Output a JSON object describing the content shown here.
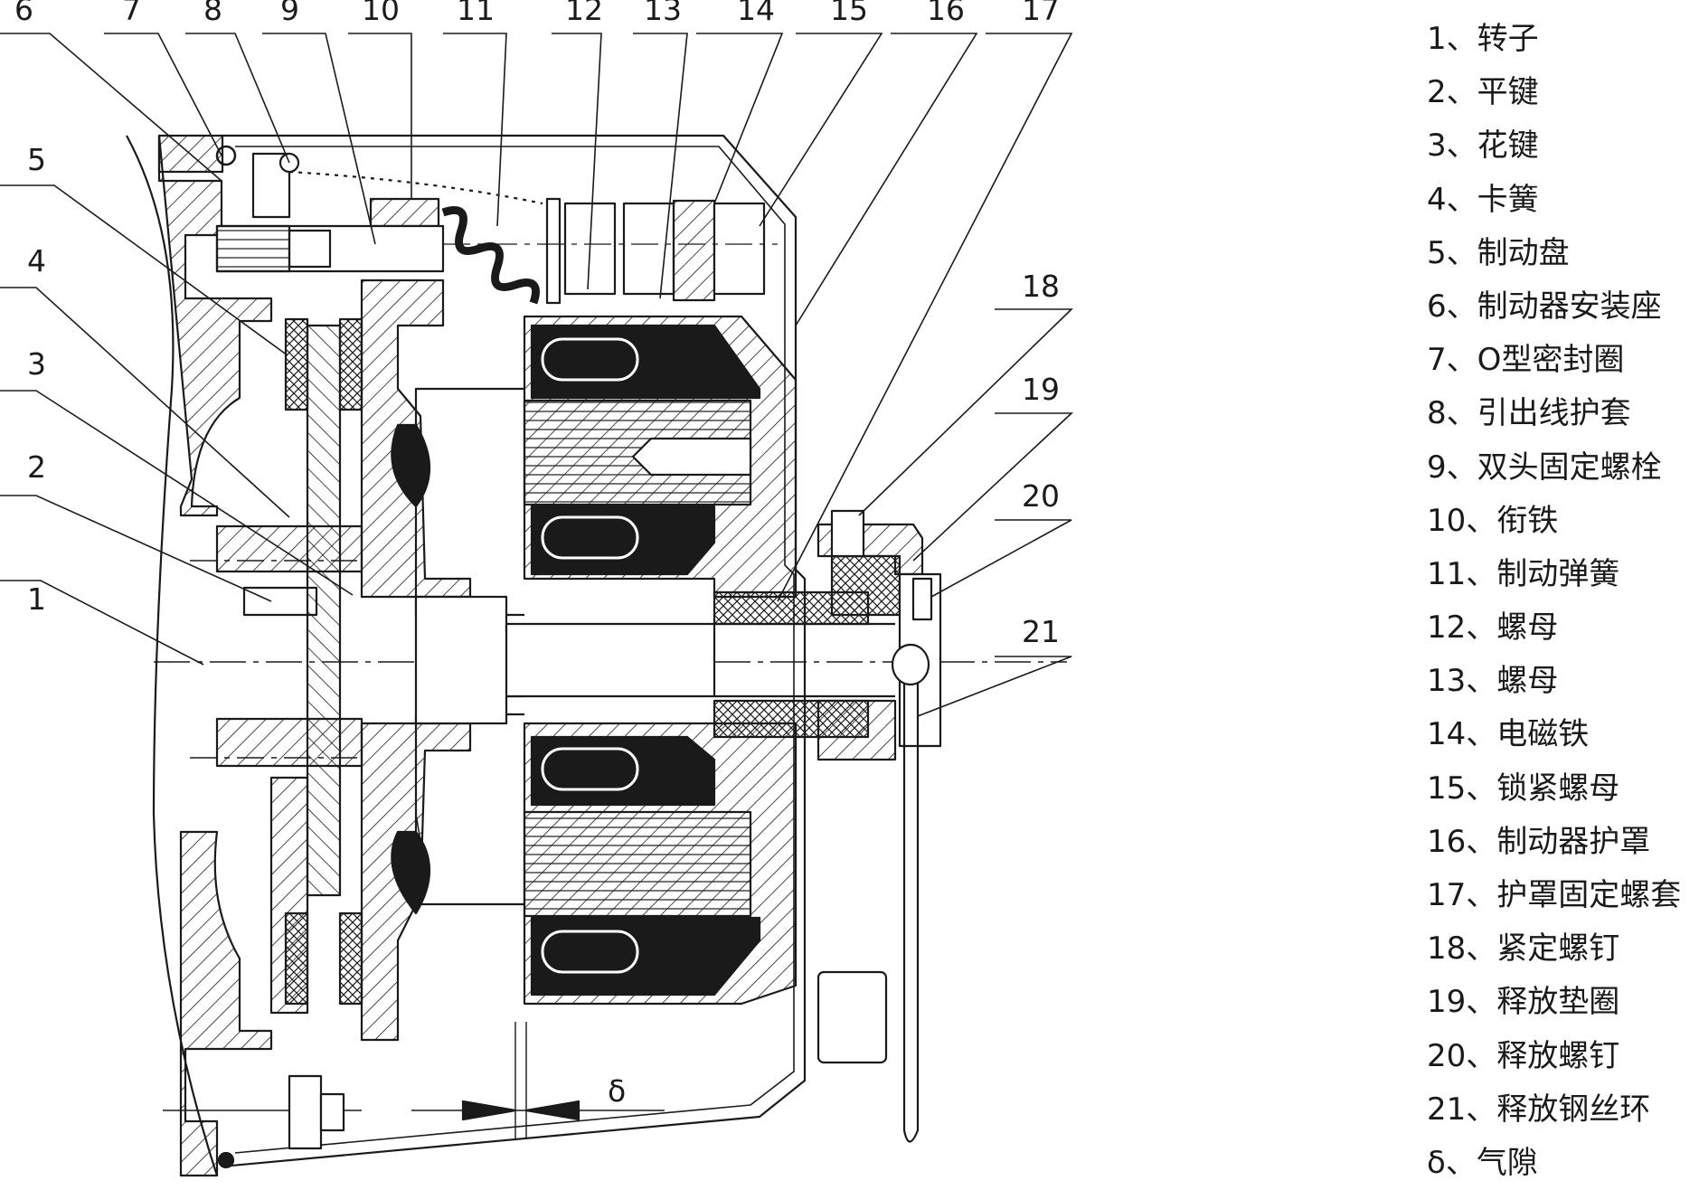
{
  "callouts": [
    "1",
    "2",
    "3",
    "4",
    "5",
    "6",
    "7",
    "8",
    "9",
    "10",
    "11",
    "12",
    "13",
    "14",
    "15",
    "16",
    "17",
    "18",
    "19",
    "20",
    "21"
  ],
  "gap_symbol": "δ",
  "legend": [
    {
      "num": "1",
      "sep": "、",
      "name": "转子"
    },
    {
      "num": "2",
      "sep": "、",
      "name": "平键"
    },
    {
      "num": "3",
      "sep": "、",
      "name": "花键"
    },
    {
      "num": "4",
      "sep": "、",
      "name": "卡簧"
    },
    {
      "num": "5",
      "sep": "、",
      "name": "制动盘"
    },
    {
      "num": "6",
      "sep": "、",
      "name": "制动器安装座"
    },
    {
      "num": "7",
      "sep": "、",
      "name": "O型密封圈"
    },
    {
      "num": "8",
      "sep": "、",
      "name": "引出线护套"
    },
    {
      "num": "9",
      "sep": "、",
      "name": "双头固定螺栓"
    },
    {
      "num": "10",
      "sep": "、",
      "name": "衔铁"
    },
    {
      "num": "11",
      "sep": "、",
      "name": "制动弹簧"
    },
    {
      "num": "12",
      "sep": "、",
      "name": "螺母"
    },
    {
      "num": "13",
      "sep": "、",
      "name": "螺母"
    },
    {
      "num": "14",
      "sep": "、",
      "name": "电磁铁"
    },
    {
      "num": "15",
      "sep": "、",
      "name": "锁紧螺母"
    },
    {
      "num": "16",
      "sep": "、",
      "name": "制动器护罩"
    },
    {
      "num": "17",
      "sep": "、",
      "name": "护罩固定螺套"
    },
    {
      "num": "18",
      "sep": "、",
      "name": "紧定螺钉"
    },
    {
      "num": "19",
      "sep": "、",
      "name": "释放垫圈"
    },
    {
      "num": "20",
      "sep": "、",
      "name": "释放螺钉"
    },
    {
      "num": "21",
      "sep": "、",
      "name": "释放钢丝环"
    },
    {
      "num": "δ",
      "sep": "、",
      "name": "气隙"
    }
  ],
  "colors": {
    "line": "#1a1a1a",
    "coil_fill": "#1a1a1a",
    "background": "#ffffff"
  }
}
